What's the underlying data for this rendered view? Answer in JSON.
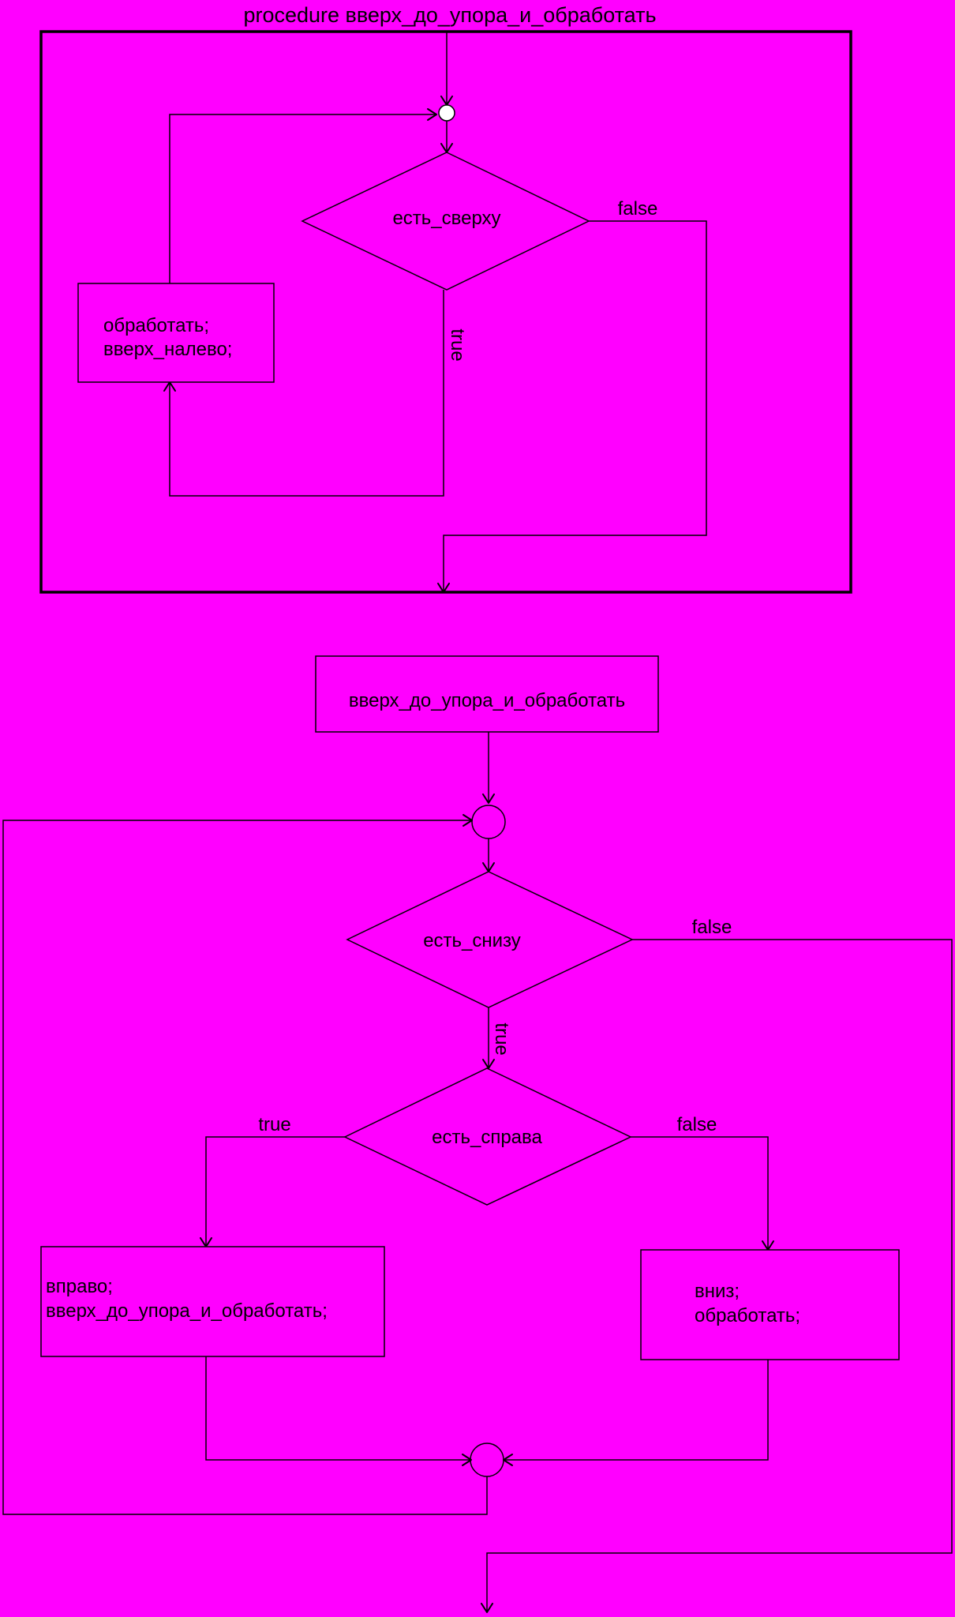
{
  "diagram": {
    "title": "procedure вверх_до_упора_и_обработать",
    "procedure": {
      "condition": "есть_сверху",
      "false_label": "false",
      "true_label": "true",
      "body_line1": "обработать;",
      "body_line2": "вверх_налево;"
    },
    "main": {
      "call_block": "вверх_до_упора_и_обработать",
      "loop_condition": "есть_снизу",
      "loop_false_label": "false",
      "loop_true_label": "true",
      "branch_condition": "есть_справа",
      "branch_true_label": "true",
      "branch_false_label": "false",
      "left_line1": "вправо;",
      "left_line2": "вверх_до_упора_и_обработать;",
      "right_line1": "вниз;",
      "right_line2": "обработать;"
    },
    "colors": {
      "background": "#FF00FF",
      "stroke": "#000000",
      "fill_white": "#FFFFFF"
    }
  }
}
